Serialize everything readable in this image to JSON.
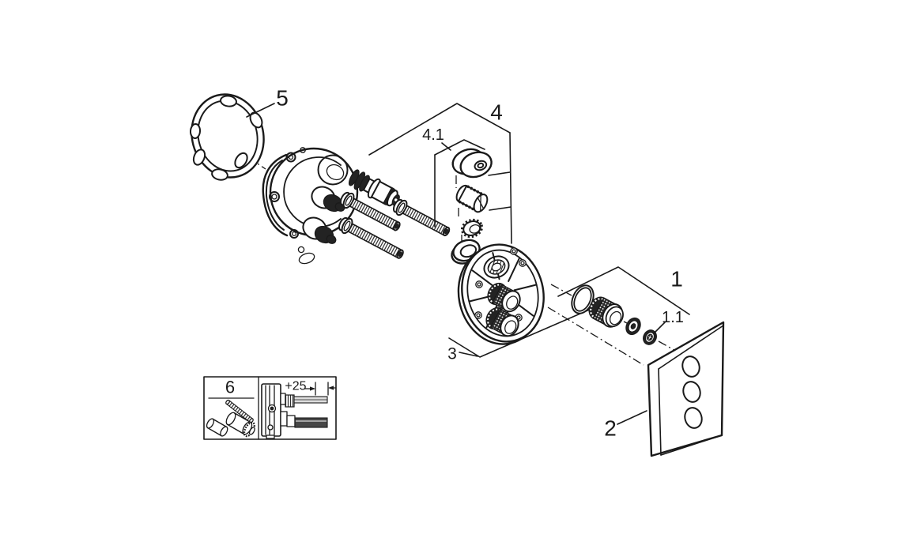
{
  "drawing": {
    "background_color": "#ffffff",
    "line_color": "#1a1a1a",
    "callouts": {
      "item1": "1",
      "item1_1": "1.1",
      "item2": "2",
      "item3": "3",
      "item4": "4",
      "item4_1": "4.1",
      "item5": "5",
      "item6": "6"
    },
    "dimension_label": "+25"
  }
}
